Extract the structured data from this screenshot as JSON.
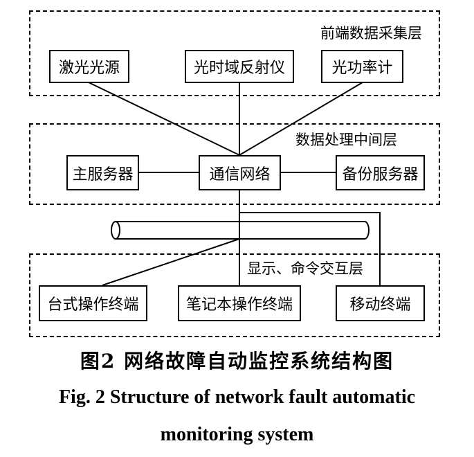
{
  "layers": {
    "acquisition": "前端数据采集层",
    "processing": "数据处理中间层",
    "interaction": "显示、命令交互层"
  },
  "nodes": {
    "laser_source": "激光光源",
    "otdr": "光时域反射仪",
    "power_meter": "光功率计",
    "main_server": "主服务器",
    "comm_network": "通信网络",
    "backup_server": "备份服务器",
    "desktop_terminal": "台式操作终端",
    "laptop_terminal": "笔记本操作终端",
    "mobile_terminal": "移动终端"
  },
  "caption": {
    "zh": "图2  网络故障自动监控系统结构图",
    "en_line1": "Fig. 2  Structure of network fault automatic",
    "en_line2": "monitoring system"
  }
}
